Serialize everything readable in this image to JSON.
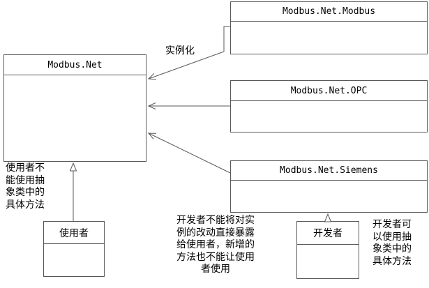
{
  "classes": {
    "modbus_net": "Modbus.Net",
    "modbus_net_modbus": "Modbus.Net.Modbus",
    "modbus_net_opc": "Modbus.Net.OPC",
    "modbus_net_siemens": "Modbus.Net.Siemens",
    "user": "使用者",
    "developer": "开发者"
  },
  "annotations": {
    "instantiate": "实例化",
    "user_note": "使用者不\n能使用抽\n象类中的\n具体方法",
    "developer_center_note": "开发者不能将对实\n例的改动直接暴露\n给使用者，新增的\n方法也不能让使用\n者使用",
    "developer_right_note": "开发者可\n以使用抽\n象类中的\n具体方法"
  },
  "colors": {
    "line": "#595959",
    "background": "#ffffff",
    "text": "#000000"
  }
}
